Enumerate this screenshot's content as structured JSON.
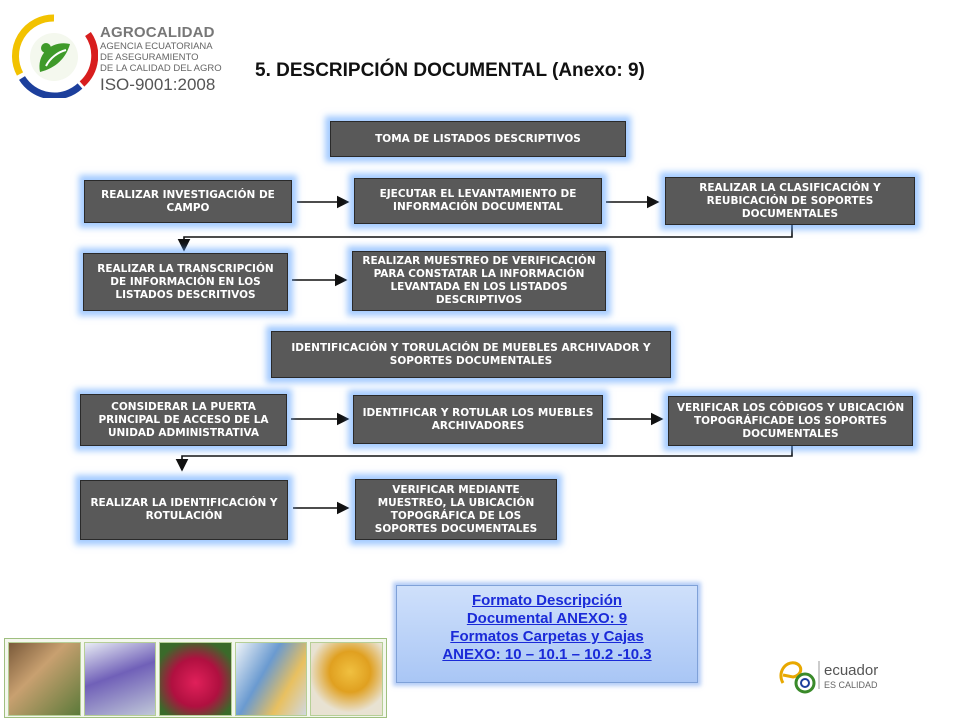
{
  "header": {
    "logo_name": "AGROCALIDAD",
    "logo_lines": [
      "AGENCIA ECUATORIANA",
      "DE ASEGURAMIENTO",
      "DE LA CALIDAD DEL AGRO"
    ],
    "logo_iso": "ISO-9001:2008",
    "title": "5. DESCRIPCIÓN DOCUMENTAL (Anexo: 9)"
  },
  "flow": {
    "section1": "TOMA DE LISTADOS DESCRIPTIVOS",
    "row1": [
      "REALIZAR INVESTIGACIÓN DE CAMPO",
      "EJECUTAR EL LEVANTAMIENTO DE INFORMACIÓN DOCUMENTAL",
      "REALIZAR LA CLASIFICACIÓN Y REUBICACIÓN DE SOPORTES DOCUMENTALES"
    ],
    "row2": [
      "REALIZAR LA TRANSCRIPCIÓN DE INFORMACIÓN EN LOS LISTADOS DESCRITIVOS",
      "REALIZAR MUESTREO DE VERIFICACIÓN PARA CONSTATAR LA INFORMACIÓN LEVANTADA EN LOS LISTADOS DESCRIPTIVOS"
    ],
    "section2": "IDENTIFICACIÓN Y TORULACIÓN DE MUEBLES ARCHIVADOR Y SOPORTES DOCUMENTALES",
    "row3": [
      "CONSIDERAR LA PUERTA PRINCIPAL DE ACCESO DE LA UNIDAD ADMINISTRATIVA",
      "IDENTIFICAR Y ROTULAR LOS MUEBLES ARCHIVADORES",
      "VERIFICAR LOS CÓDIGOS Y UBICACIÓN TOPOGRÁFICADE LOS SOPORTES DOCUMENTALES"
    ],
    "row4": [
      "REALIZAR LA IDENTIFICACIÓN Y ROTULACIÓN",
      "VERIFICAR MEDIANTE MUESTREO, LA UBICACIÓN TOPOGRÁFICA DE LOS SOPORTES DOCUMENTALES"
    ]
  },
  "links": [
    "Formato Descripción",
    "Documental ANEXO: 9",
    "Formatos Carpetas y Cajas",
    "ANEXO: 10 – 10.1 – 10.2 -10.3"
  ],
  "footer_logo": {
    "line1": "ecuador",
    "line2": "ES CALIDAD"
  },
  "colors": {
    "box": "#595959",
    "glow": "#5aa0ff",
    "link": "#1a2ad8",
    "title": "#111111"
  }
}
